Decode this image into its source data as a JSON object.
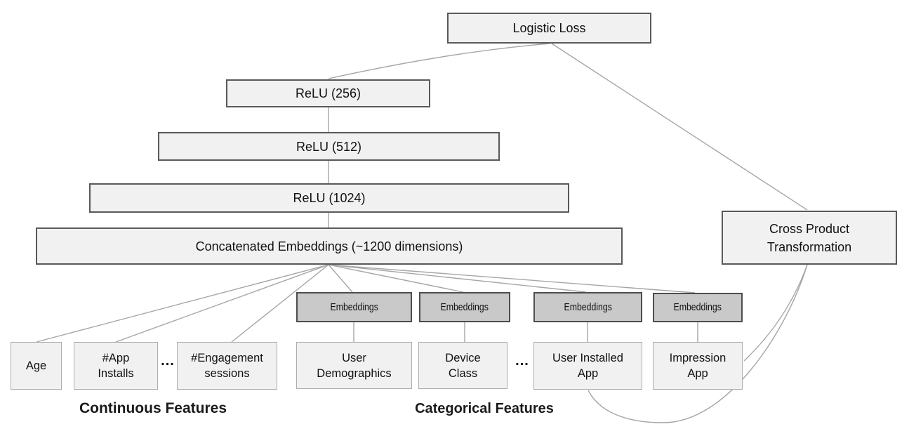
{
  "nodes": {
    "logistic_loss": {
      "label": "Logistic Loss"
    },
    "relu_256": {
      "label": "ReLU (256)"
    },
    "relu_512": {
      "label": "ReLU (512)"
    },
    "relu_1024": {
      "label": "ReLU (1024)"
    },
    "concatenated_embeddings": {
      "label": "Concatenated Embeddings (~1200 dimensions)"
    },
    "cross_product_transformation": {
      "line1": "Cross Product",
      "line2": "Transformation"
    },
    "embeddings_label": "Embeddings",
    "age": {
      "line1": "Age",
      "line2": ""
    },
    "app_installs": {
      "line1": "#App",
      "line2": "Installs"
    },
    "engagement_sessions": {
      "line1": "#Engagement",
      "line2": "sessions"
    },
    "user_demographics": {
      "line1": "User",
      "line2": "Demographics"
    },
    "device_class": {
      "line1": "Device",
      "line2": "Class"
    },
    "user_installed_app": {
      "line1": "User Installed",
      "line2": "App"
    },
    "impression_app": {
      "line1": "Impression",
      "line2": "App"
    },
    "ellipsis": "..."
  },
  "section_labels": {
    "continuous": "Continuous Features",
    "categorical": "Categorical Features"
  },
  "colors": {
    "node_fill": "#f1f1f1",
    "node_border": "#595959",
    "feature_border": "#adadad",
    "embedding_fill": "#c9c9c9",
    "embedding_border": "#4d4d4d",
    "edge_line": "#a6a6a6",
    "text": "#111111",
    "background": "#ffffff"
  }
}
